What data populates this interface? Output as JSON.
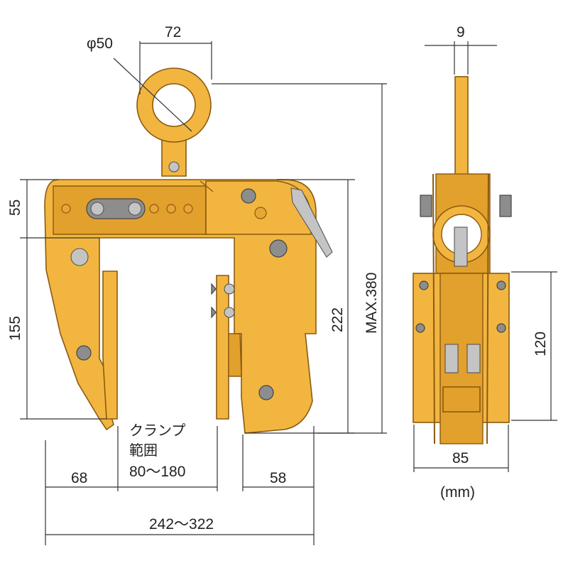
{
  "labels": {
    "ring_diameter": "φ50",
    "eye_width": "72",
    "plate_thickness": "9",
    "top_height": "55",
    "jaw_height": "155",
    "inner_height": "222",
    "max_height": "MAX.380",
    "side_height": "120",
    "clamp_range_title_1": "クランプ",
    "clamp_range_title_2": "範囲",
    "clamp_range_value": "80～180",
    "left_jaw_width": "68",
    "right_jaw_width": "58",
    "overall_width": "242～322",
    "side_width": "85",
    "unit": "(mm)"
  },
  "colors": {
    "body": "#f2b640",
    "outline": "#8a5a10",
    "metal": "#8d8d8d",
    "dimension": "#333333"
  }
}
